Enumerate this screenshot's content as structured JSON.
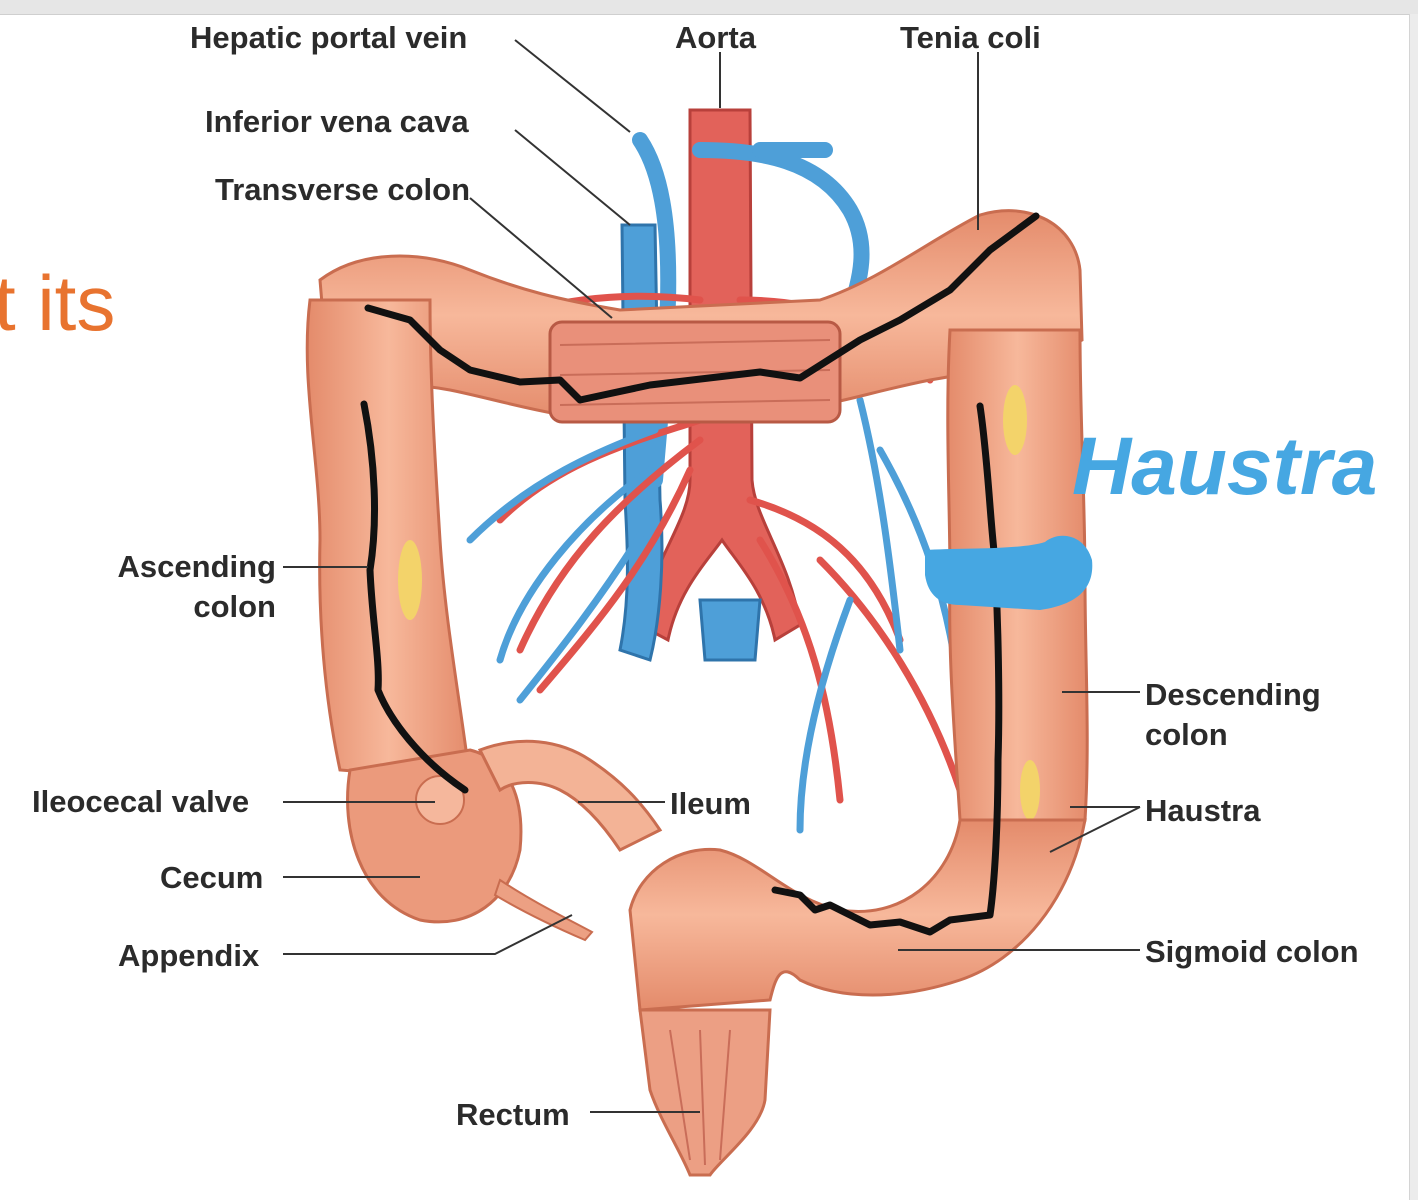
{
  "slide_fragment": "t its",
  "handwritten_note": "Haustra",
  "labels": {
    "hepatic_portal_vein": "Hepatic portal vein",
    "aorta": "Aorta",
    "tenia_coli": "Tenia coli",
    "inferior_vena_cava": "Inferior vena cava",
    "transverse_colon": "Transverse colon",
    "ascending_colon_1": "Ascending",
    "ascending_colon_2": "colon",
    "descending_colon_1": "Descending",
    "descending_colon_2": "colon",
    "ileocecal_valve": "Ileocecal valve",
    "ileum": "Ileum",
    "haustra": "Haustra",
    "cecum": "Cecum",
    "appendix": "Appendix",
    "sigmoid_colon": "Sigmoid colon",
    "rectum": "Rectum"
  },
  "colors": {
    "colon": "#f2a585",
    "colon_dark": "#d9775a",
    "artery": "#e0534c",
    "vein": "#4e9fd8",
    "fat": "#f3d36a",
    "annotation_blue": "#46a7e2",
    "slide_orange": "#e8732f",
    "pen_black": "#111111"
  }
}
